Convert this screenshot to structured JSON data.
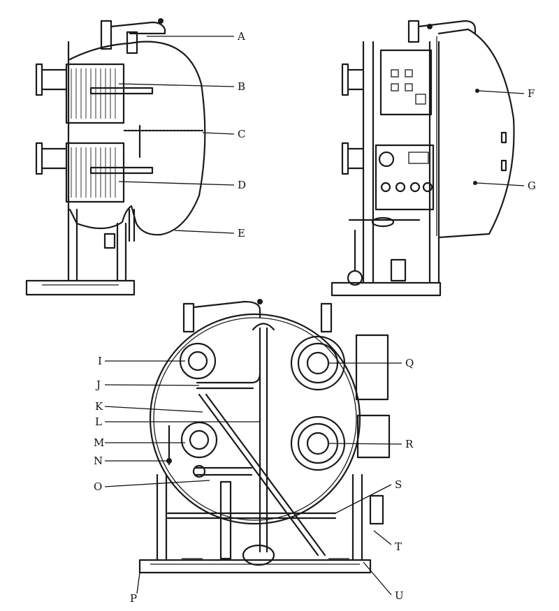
{
  "views": [
    {
      "id": "side-view",
      "labels": [
        "A",
        "B",
        "C",
        "D",
        "E"
      ]
    },
    {
      "id": "front-view",
      "labels": [
        "F",
        "G"
      ]
    },
    {
      "id": "end-view",
      "labels": [
        "I",
        "J",
        "K",
        "L",
        "M",
        "N",
        "O",
        "P",
        "Q",
        "R",
        "S",
        "T",
        "U"
      ]
    }
  ],
  "callouts": {
    "A": "A",
    "B": "B",
    "C": "C",
    "D": "D",
    "E": "E",
    "F": "F",
    "G": "G",
    "I": "I",
    "J": "J",
    "K": "K",
    "L": "L",
    "M": "M",
    "N": "N",
    "O": "O",
    "P": "P",
    "Q": "Q",
    "R": "R",
    "S": "S",
    "T": "T",
    "U": "U"
  },
  "colors": {
    "ink": "#1a1a1a",
    "paper": "#ffffff"
  }
}
